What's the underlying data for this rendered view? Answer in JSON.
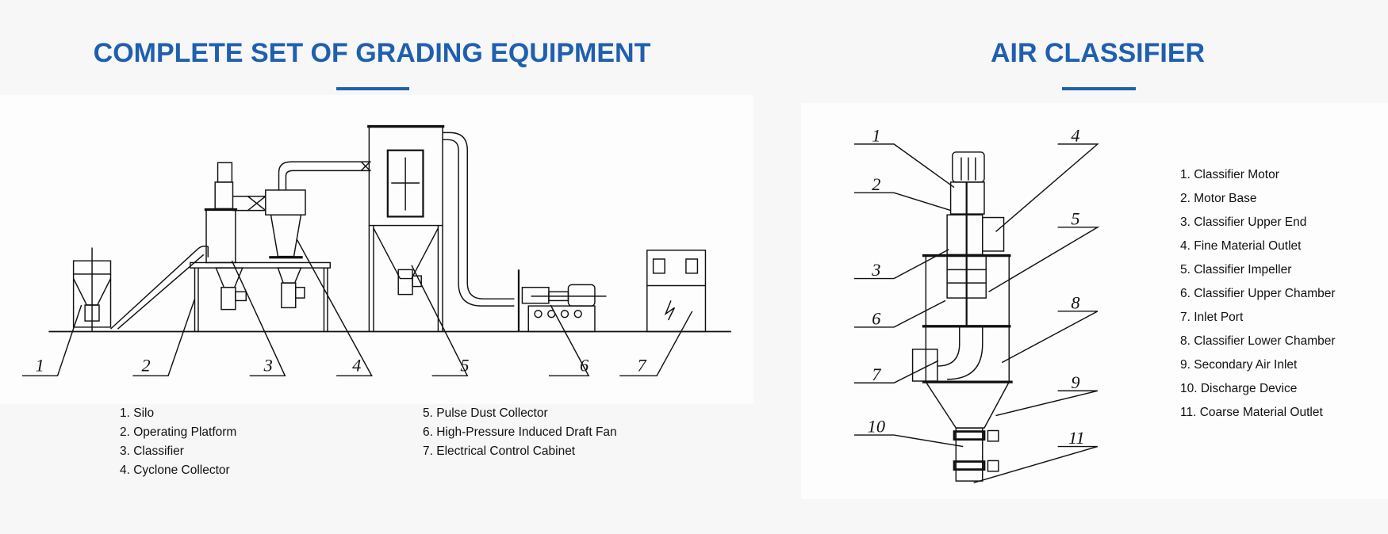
{
  "left": {
    "title": "COMPLETE SET OF GRADING EQUIPMENT",
    "callouts": [
      "1",
      "2",
      "3",
      "4",
      "5",
      "6",
      "7"
    ],
    "legend_col1": [
      "1. Silo",
      "2. Operating Platform",
      "3. Classifier",
      "4. Cyclone Collector"
    ],
    "legend_col2": [
      "5. Pulse Dust Collector",
      "6. High-Pressure Induced Draft Fan",
      "7. Electrical Control Cabinet"
    ]
  },
  "right": {
    "title": "AIR CLASSIFIER",
    "callouts": [
      "1",
      "2",
      "3",
      "4",
      "5",
      "6",
      "7",
      "8",
      "9",
      "10",
      "11"
    ],
    "legend": [
      "1. Classifier Motor",
      "2. Motor Base",
      "3. Classifier Upper End",
      "4. Fine Material Outlet",
      "5. Classifier Impeller",
      "6. Classifier Upper Chamber",
      "7. Inlet Port",
      "8. Classifier Lower Chamber",
      "9. Secondary Air Inlet",
      "10. Discharge Device",
      "11. Coarse Material Outlet"
    ]
  },
  "colors": {
    "accent": "#1f5fae",
    "line": "#111111"
  }
}
